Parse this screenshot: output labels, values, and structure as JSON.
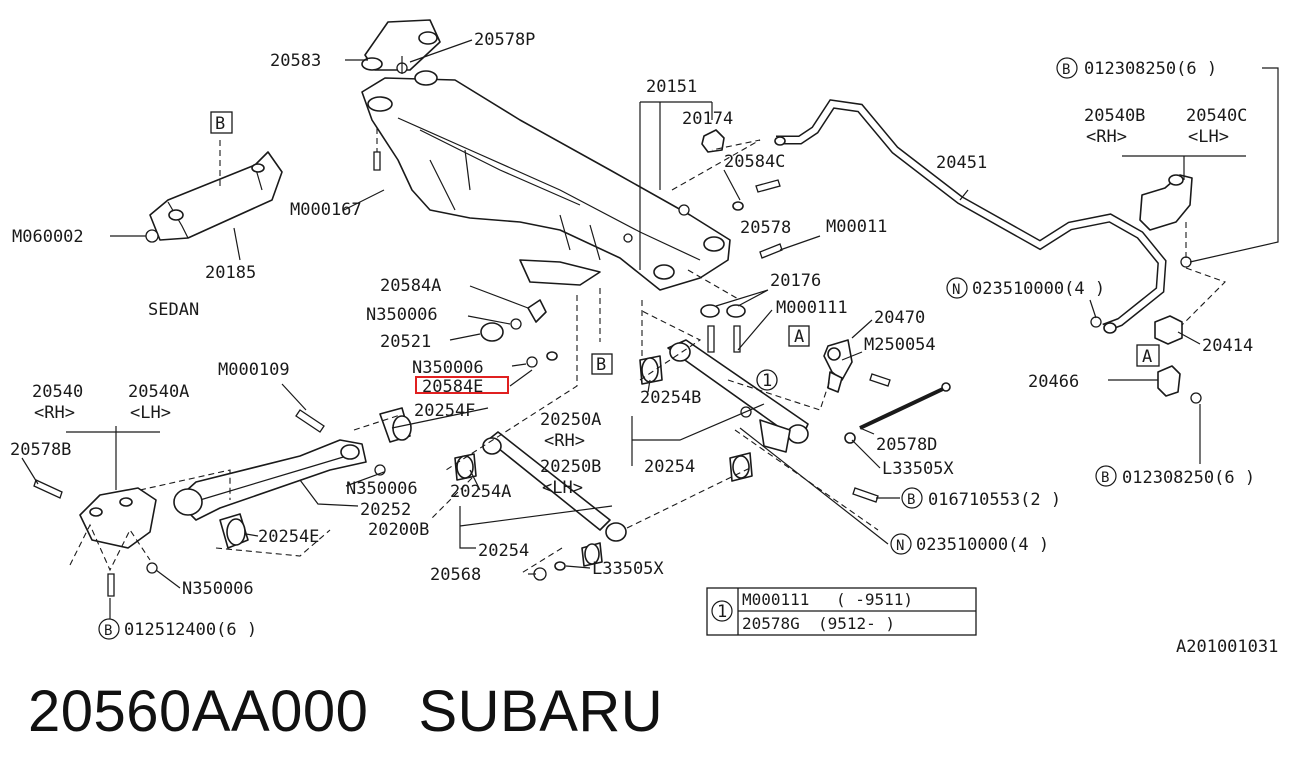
{
  "labels": {
    "p20583": "20583",
    "p20578P": "20578P",
    "p20151": "20151",
    "p20174": "20174",
    "p20584C": "20584C",
    "p20578": "20578",
    "pM00011": "M00011",
    "p20176": "20176",
    "pM000111": "M000111",
    "p20470": "20470",
    "pM250054": "M250054",
    "p20451": "20451",
    "pM000167": "M000167",
    "pM060002": "M060002",
    "p20185": "20185",
    "sedan": "SEDAN",
    "p20584A": "20584A",
    "pN350006a": "N350006",
    "p20521": "20521",
    "pN350006b": "N350006",
    "p20584E": "20584E",
    "p20254F": "20254F",
    "pM000109": "M000109",
    "p20540": "20540",
    "p20540A": "20540A",
    "rh1": "<RH>",
    "lh1": "<LH>",
    "p20578B": "20578B",
    "pN350006c": "N350006",
    "p20252": "20252",
    "p20254E": "20254E",
    "pN350006d": "N350006",
    "b012512400": "012512400(6 )",
    "p20250A": "20250A",
    "rh2": "<RH>",
    "p20254B": "20254B",
    "p20250B": "20250B",
    "p20254": "20254",
    "p20254A": "20254A",
    "lh2": "<LH>",
    "p20200B": "20200B",
    "p20254b": "20254",
    "p20568": "20568",
    "pL33505Xa": "L33505X",
    "p20578D": "20578D",
    "pL33505Xb": "L33505X",
    "b016710553": "016710553(2 )",
    "n023510000b": "023510000(4 )",
    "b012308250a": "012308250(6 )",
    "p20540B": "20540B",
    "p20540C": "20540C",
    "rh3": "<RH>",
    "lh3": "<LH>",
    "n023510000a": "023510000(4 )",
    "p20414": "20414",
    "p20466": "20466",
    "b012308250b": "012308250(6 )",
    "code": "A201001031"
  },
  "markers": {
    "A": "A",
    "B": "B",
    "N": "N",
    "circle1": "1"
  },
  "note_table": {
    "ref": "1",
    "rows": [
      {
        "part": "M000111",
        "range": "(      -9511)"
      },
      {
        "part": "20578G",
        "range": "(9512-     )"
      }
    ]
  },
  "highlight": {
    "part": "20584E",
    "color": "#e02020"
  },
  "footer": {
    "part_number": "20560AA000",
    "brand": "SUBARU"
  }
}
